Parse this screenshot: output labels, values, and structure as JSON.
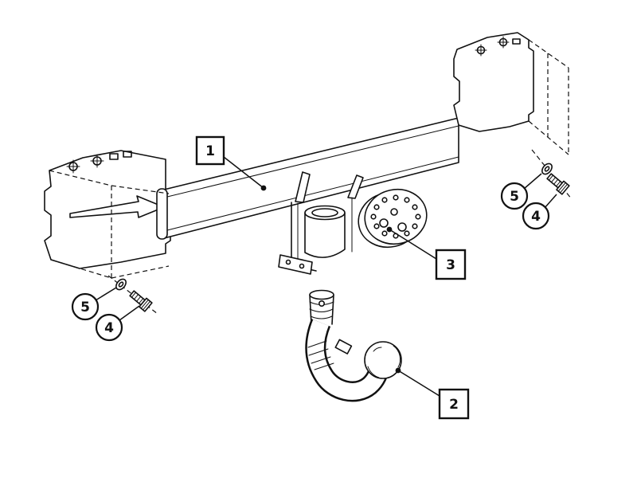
{
  "diagram": {
    "background_color": "#ffffff",
    "line_color": "#111111",
    "callouts": [
      {
        "label": "1",
        "part": "crossbeam"
      },
      {
        "label": "2",
        "part": "detachable-towball"
      },
      {
        "label": "3",
        "part": "flange-plate"
      },
      {
        "label": "4",
        "part": "bolt",
        "side": "left"
      },
      {
        "label": "5",
        "part": "washer",
        "side": "left"
      },
      {
        "label": "4",
        "part": "bolt",
        "side": "right"
      },
      {
        "label": "5",
        "part": "washer",
        "side": "right"
      }
    ]
  }
}
